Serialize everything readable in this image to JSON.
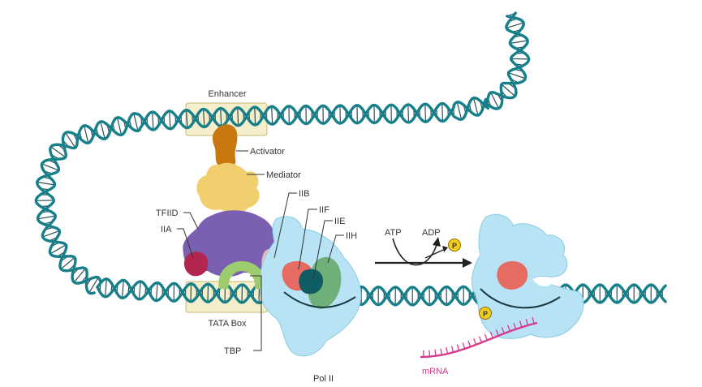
{
  "labels": {
    "enhancer": "Enhancer",
    "activator": "Activator",
    "mediator": "Mediator",
    "tfiid": "TFIID",
    "iia": "IIA",
    "iib": "IIB",
    "iif": "IIF",
    "iie": "IIE",
    "iih": "IIH",
    "atp": "ATP",
    "adp": "ADP",
    "phosphate": "P",
    "phosphate_bound": "P",
    "tata_box": "TATA Box",
    "tbp": "TBP",
    "pol2": "Pol II",
    "mrna": "mRNA"
  },
  "colors": {
    "dna_backbone": "#157f8a",
    "dna_rung": "#2f4f57",
    "enhancer_box": "#f4eecb",
    "activator": "#c8780f",
    "mediator": "#f2cf6e",
    "tfiid": "#7b5fb0",
    "iia": "#b3264f",
    "iib": "#f4b6b6",
    "iif": "#e66b63",
    "iie": "#0f5c63",
    "iih": "#6fb07a",
    "tbp": "#9ccc6e",
    "pol2": "#b7e3f4",
    "phosphate": "#f4cc1a",
    "mrna": "#d63a8e"
  }
}
